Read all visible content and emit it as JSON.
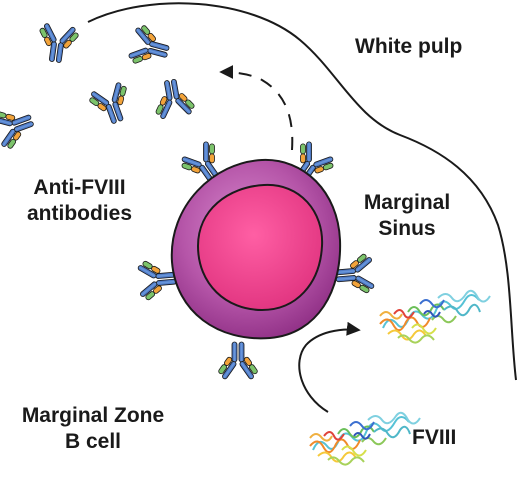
{
  "labels": {
    "white_pulp": "White pulp",
    "antibodies_line1": "Anti-FVIII",
    "antibodies_line2": "antibodies",
    "marginal_sinus_line1": "Marginal",
    "marginal_sinus_line2": "Sinus",
    "b_cell_line1": "Marginal Zone",
    "b_cell_line2": "B cell",
    "fviii": "FVIII"
  },
  "colors": {
    "cell_membrane": "#a8409a",
    "cell_membrane_light": "#d77fc4",
    "nucleus": "#e83e8c",
    "antibody_heavy": "#4b79c8",
    "antibody_light_green": "#7cc36b",
    "antibody_light_orange": "#f2a33a",
    "outline": "#1a1a1a"
  },
  "icons": {
    "cell": "b-cell-icon",
    "antibody": "antibody-icon",
    "protein": "fviii-protein-icon"
  }
}
